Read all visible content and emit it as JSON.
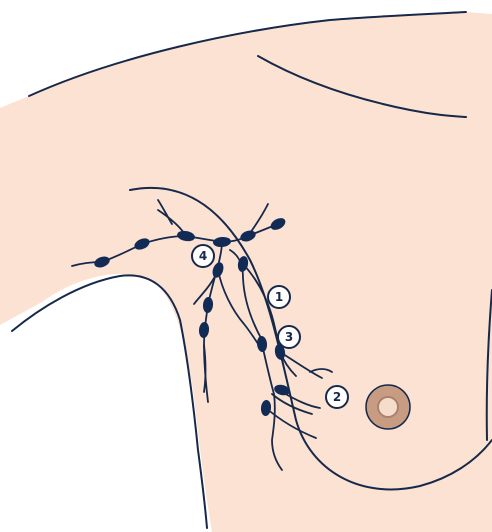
{
  "labels": {
    "one": "1",
    "two": "2",
    "three": "3",
    "four": "4"
  },
  "colors": {
    "skin": "#fbe2d2",
    "outline": "#17294a",
    "node": "#122b55",
    "areola": "#c79c83",
    "nipple": "#f6dccb",
    "label_bg": "#ffffff"
  }
}
